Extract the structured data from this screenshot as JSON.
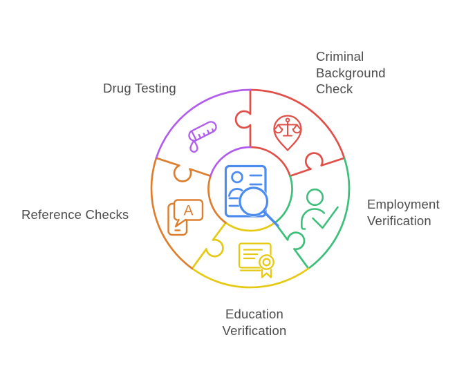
{
  "diagram": {
    "type": "puzzle-wheel",
    "center_icon": "resume-search-icon",
    "segments": [
      {
        "id": "criminal",
        "label": "Criminal Background Check",
        "color_key": "red",
        "icon": "scales-pin-icon",
        "position": "top-right"
      },
      {
        "id": "employment",
        "label": "Employment Verification",
        "color_key": "green",
        "icon": "person-check-icon",
        "position": "right"
      },
      {
        "id": "education",
        "label": "Education Verification",
        "color_key": "yellow",
        "icon": "certificate-icon",
        "position": "bottom"
      },
      {
        "id": "reference",
        "label": "Reference Checks",
        "color_key": "orange",
        "icon": "phone-chat-icon",
        "position": "left"
      },
      {
        "id": "drug",
        "label": "Drug Testing",
        "color_key": "purple",
        "icon": "test-tube-icon",
        "position": "top-left"
      }
    ]
  },
  "labels": {
    "drug_testing": "Drug Testing",
    "criminal_1": "Criminal",
    "criminal_2": "Background",
    "criminal_3": "Check",
    "employment_1": "Employment",
    "employment_2": "Verification",
    "education_1": "Education",
    "education_2": "Verification",
    "reference": "Reference Checks",
    "bubble_letter": "A"
  },
  "colors": {
    "red": "#e04f48",
    "green": "#3bbf79",
    "yellow": "#e5c913",
    "orange": "#dd7e2f",
    "purple": "#b15ced",
    "blue": "#4c8bf0",
    "text": "#4b4b4b",
    "background": "#ffffff"
  }
}
